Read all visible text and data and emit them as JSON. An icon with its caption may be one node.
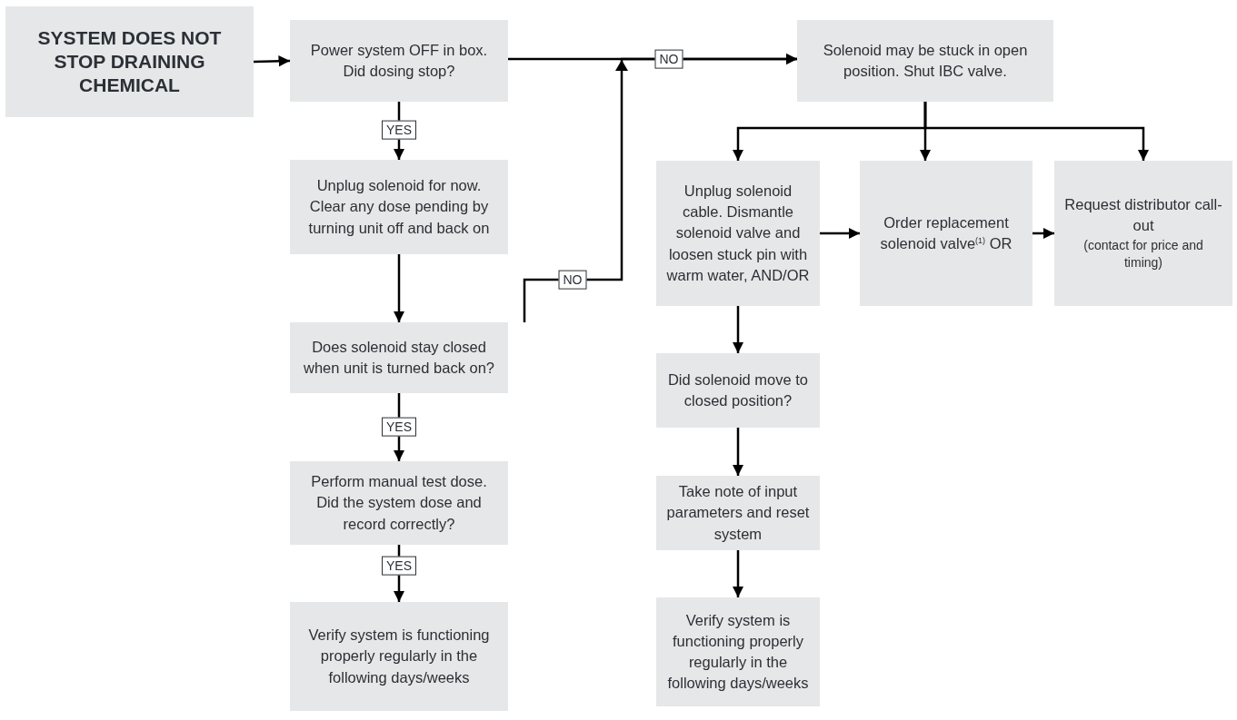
{
  "diagram": {
    "nodes": [
      {
        "text": [
          "SYSTEM DOES NOT STOP DRAINING CHEMICAL"
        ]
      },
      {
        "text": [
          "Power system OFF in box. Did dosing stop?"
        ]
      },
      {
        "text": [
          "Unplug solenoid for now. Clear any dose pending by turning unit off and back on"
        ]
      },
      {
        "text": [
          "Does solenoid stay closed when unit is turned back on?"
        ]
      },
      {
        "text": [
          "Perform manual test dose. Did the system dose and record correctly?"
        ]
      },
      {
        "text": [
          "Verify system is functioning properly regularly in the following days/weeks"
        ]
      },
      {
        "text": [
          "Solenoid may be stuck in open position. Shut IBC valve."
        ]
      },
      {
        "text": [
          "Unplug solenoid cable. Dismantle solenoid valve and loosen stuck pin with warm water, AND/OR"
        ]
      },
      {
        "text": [
          "Order replacement solenoid valve$^{(1)}$ OR"
        ]
      },
      {
        "text": [
          "Request distributor call-out",
          "(contact for price and timing)"
        ]
      },
      {
        "text": [
          "Did solenoid move to closed position?"
        ]
      },
      {
        "text": [
          "Take note of input parameters and reset system"
        ]
      },
      {
        "text": [
          "Verify system is functioning properly regularly in the following days/weeks"
        ]
      }
    ],
    "edges": [
      {
        "from": 0,
        "to": 1,
        "arrow": "to"
      },
      {
        "from": 1,
        "to": 2,
        "arrow": "to",
        "label": "YES"
      },
      {
        "from": 2,
        "to": 3,
        "arrow": "to"
      },
      {
        "from": 3,
        "to": 4,
        "arrow": "to",
        "label": "YES"
      },
      {
        "from": 4,
        "to": 5,
        "arrow": "to",
        "label": "YES"
      },
      {
        "from": 1,
        "to": 6,
        "arrow": "to",
        "label": "NO"
      },
      {
        "from": 3,
        "to": 6,
        "arrow": "to",
        "label": "NO"
      },
      {
        "from": 6,
        "to": 7,
        "arrow": "to"
      },
      {
        "from": 6,
        "to": 8,
        "arrow": "to"
      },
      {
        "from": 6,
        "to": 9,
        "arrow": "to"
      },
      {
        "from": 7,
        "to": 8,
        "arrow": "to"
      },
      {
        "from": 8,
        "to": 9,
        "arrow": "to"
      },
      {
        "from": 7,
        "to": 10,
        "arrow": "to"
      },
      {
        "from": 10,
        "to": 11,
        "arrow": "to"
      },
      {
        "from": 11,
        "to": 12,
        "arrow": "to"
      }
    ]
  }
}
